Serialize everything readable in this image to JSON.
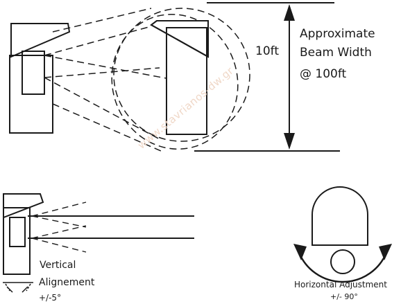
{
  "beam_width": {
    "line1": "Approximate",
    "line2": "Beam Width",
    "line3": "@ 100ft"
  },
  "beam_height": "10ft",
  "vertical_alignment": {
    "line1": "Vertical",
    "line2": "Alignement",
    "line3": "+/-5°"
  },
  "horizontal_adjustment": {
    "line1": "Horizontal Adjustment",
    "line2": "+/- 90°"
  },
  "watermark": "www.stavrianos-dw.gr",
  "colors": {
    "ink": "#1a1a1a",
    "watermark": "#f0d8c8",
    "background": "#ffffff"
  }
}
